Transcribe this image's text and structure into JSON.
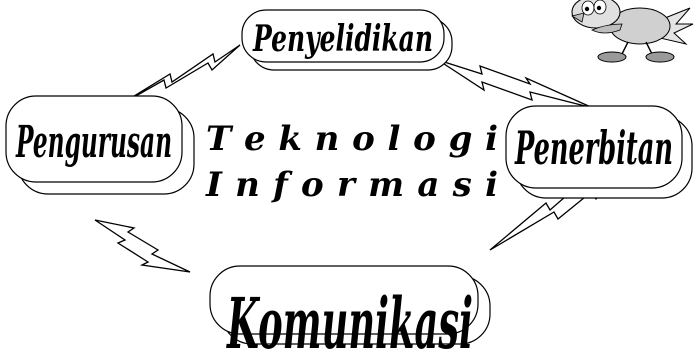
{
  "diagram": {
    "center": {
      "line1": "T e k n o l o g i",
      "line2": "I n f o r m a s i"
    },
    "nodes": {
      "top": "Penyelidikan",
      "left": "Pengurusan",
      "right": "Penerbitan",
      "bottom": "Komunikasi"
    }
  },
  "colors": {
    "ink": "#000000",
    "paper": "#ffffff",
    "mascot_shade": "#bdbdbd"
  },
  "icons": {
    "mascot": "cartoon-bird-mascot-icon",
    "connector": "lightning-bolt-icon"
  }
}
